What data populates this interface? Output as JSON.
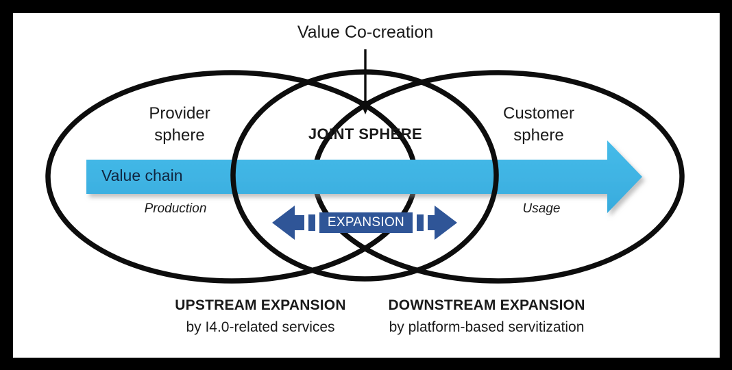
{
  "figure": {
    "title": "Value Co-creation",
    "spheres": {
      "provider": "Provider\nsphere",
      "joint": "JOINT SPHERE",
      "customer": "Customer\nsphere"
    },
    "value_chain": {
      "label": "Value chain",
      "left_stage": "Production",
      "right_stage": "Usage"
    },
    "expansion_arrow": {
      "label": "EXPANSION"
    },
    "captions": [
      {
        "heading": "UPSTREAM EXPANSION",
        "subtitle": "by I4.0-related services"
      },
      {
        "heading": "DOWNSTREAM EXPANSION",
        "subtitle": "by platform-based servitization"
      }
    ],
    "colors": {
      "frame": "#000000",
      "plate": "#ffffff",
      "outline": "#0d0d0d",
      "value_chain_blue": "#3fb3e3",
      "expansion_blue": "#2f5597",
      "text": "#1a1a1a",
      "value_chain_text": "#10253f",
      "expansion_text": "#ffffff"
    }
  }
}
